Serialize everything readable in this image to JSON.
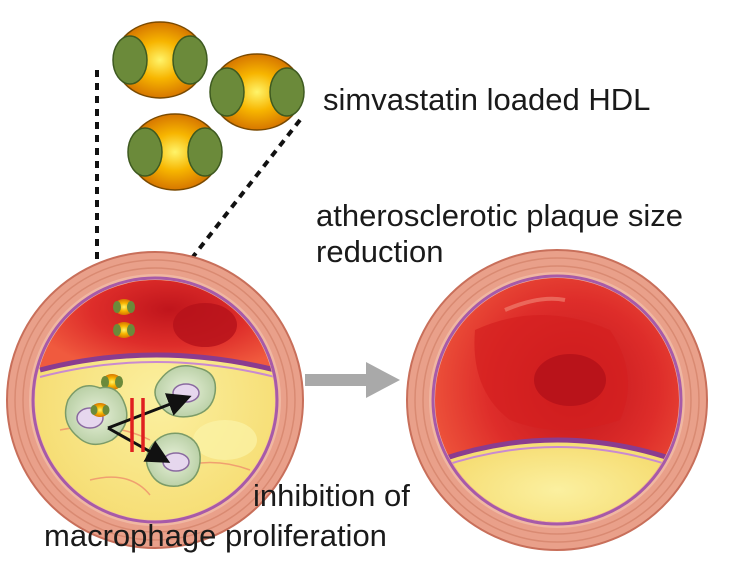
{
  "labels": {
    "hdl": "simvastatin loaded HDL",
    "plaque_line1": "atherosclerotic plaque size",
    "plaque_line2": "reduction",
    "inhibition_line1": "inhibition of",
    "inhibition_line2": "macrophage proliferation"
  },
  "colors": {
    "hdl_shell": "#6b8a3a",
    "hdl_core": "#f7b500",
    "artery_wall": "#e9a08a",
    "lumen": "#d92a2a",
    "plaque": "#f7e08a",
    "inhibition_bars": "#e02020",
    "arrow_grey": "#a9a9a9"
  },
  "icons": {
    "hdl_particle": "hdl-particle-icon",
    "macrophage": "macrophage-cell-icon",
    "artery": "artery-cross-section-icon",
    "arrow": "right-arrow-icon"
  }
}
